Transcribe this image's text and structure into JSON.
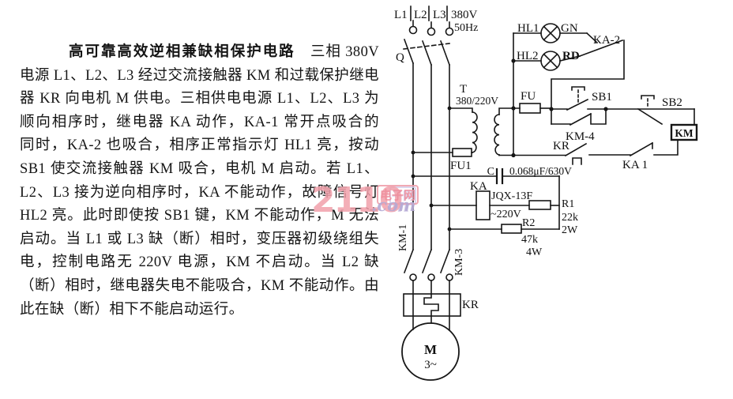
{
  "text": {
    "title": "高可靠高效逆相兼缺相保护电路",
    "line1_rest": "　三相 380V",
    "lines": [
      "电源 L1、L2、L3 经过交流接触器 KM 和过载保护继电",
      "器 KR 向电机 M 供电。三相供电电源 L1、L2、L3 为",
      "顺向相序时，继电器 KA 动作，KA-1 常开点吸合的",
      "同时，KA-2 也吸合，相序正常指示灯 HL1 亮，按动",
      "SB1 使交流接触器 KM 吸合，电机 M 启动。若 L1、",
      "L2、L3 接为逆向相序时，KA 不能动作，故障信号灯",
      "HL2 亮。此时即使按 SB1 键，KM 不能动作，M 无法",
      "启动。当 L1 或 L3 缺（断）相时，变压器初级绕组失",
      "电，控制电路无 220V 电源，KM 不启动。当 L2 缺",
      "（断）相时，继电器失电不能吸合，KM 不能动作。由",
      "此在缺（断）相下不能启动运行。"
    ]
  },
  "watermark": {
    "big": "2110",
    "site": "电子网",
    "dotcom": ".com",
    "frag_site": "子网",
    "frag_script": "m",
    "pink": "#f2a0ab",
    "lavender": "#b5aad4"
  },
  "circuit": {
    "l1": "L1",
    "l2": "L2",
    "l3": "L3",
    "volts": "380V",
    "hz": "50Hz",
    "q": "Q",
    "t": "T",
    "t_ratio": "380/220V",
    "fu1": "FU1",
    "fu": "FU",
    "hl1": "HL1",
    "gn": "GN",
    "hl2": "HL2",
    "rd": "RD",
    "ka2": "KA-2",
    "sb1": "SB1",
    "km4": "KM-4",
    "sb2": "SB2",
    "km_coil": "KM",
    "kr_contact": "KR",
    "ka1": "KA  1",
    "cap": "C",
    "cap_val": "0.068μF/630V",
    "ka": "KA",
    "relay_model": "JQX-13F",
    "relay_volt": "~220V",
    "r1": "R1",
    "r1_val": "22k",
    "r1_pw": "2W",
    "r2": "R2",
    "r2_val": "47k",
    "r2_pw": "4W",
    "km1": "KM-1",
    "km3": "KM-3",
    "kr_heater": "KR",
    "motor_m": "M",
    "motor_ph": "3~"
  }
}
